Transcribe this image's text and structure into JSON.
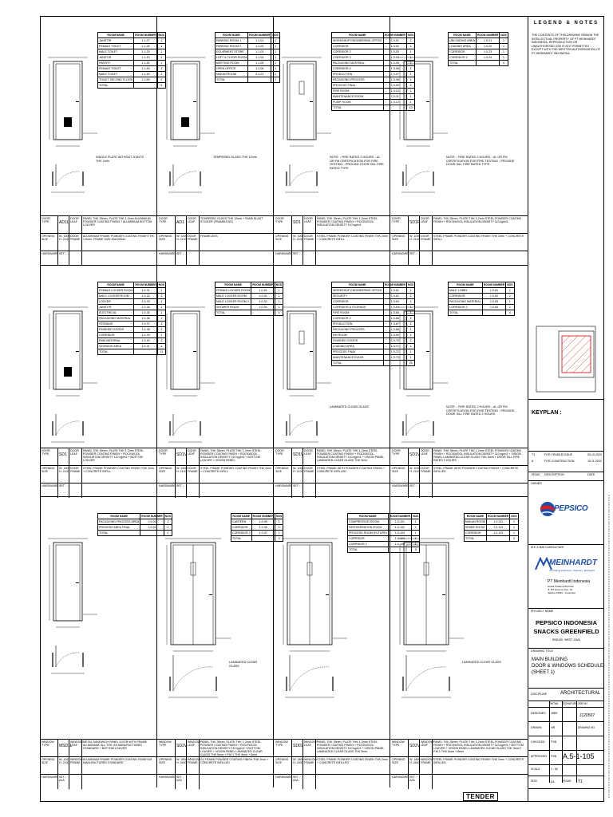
{
  "legend": {
    "title": "LEGEND & NOTES",
    "note": "THE CONTENTS OF THIS DRAWING REMAIN THE INTELLECTUAL PROPERTY OF PT MEINHARDT INDONESIA. REPRODUCTION OR UNAUTHORISED USE IS NOT PERMITTED EXCEPT WITH THE WRITTEN AUTHORISATION OF PT MEINHARDT INDONESIA."
  },
  "keyplan": {
    "label": "KEYPLAN :"
  },
  "revisions": {
    "rows": [
      {
        "rev": "T1",
        "desc": "FOR TENDER ISSUE",
        "date": "05.10.2020"
      },
      {
        "rev": "A",
        "desc": "FOR CONSTRUCTION",
        "date": "19.11.2020"
      }
    ],
    "headers": {
      "rev": "ISSUE",
      "desc": "DESCRIPTION",
      "date": "DATE"
    }
  },
  "owner": {
    "label": "OWNER",
    "brand": "PEPSICO"
  },
  "consultant": {
    "label": "M.E & BIM CONSULTANT",
    "brand": "MEINHARDT",
    "tagline": "Consulting Engineers, Planners, Managers",
    "company": "PT Meinhardt Indonesia",
    "address1": "Graha Pratama 8th Floor",
    "address2": "Jl. MT Haryono Kav. 15",
    "address3": "Jakarta 12810 - Indonesia"
  },
  "project": {
    "label": "PROJECT NAME",
    "name1": "PEPSICO INDONESIA",
    "name2": "SNACKS GREENFIELD",
    "location": "BEKASI, WEST JAVA"
  },
  "drawing_title": {
    "label": "DRAWING TITLE",
    "line1": "MAIN BUILDING",
    "line2": "DOOR & WINDOWS SCHEDULE",
    "line3": "(SHEET 1)"
  },
  "discipline": {
    "label": "DISCIPLINE",
    "value": "ARCHITECTURAL"
  },
  "signoff": {
    "initial_label": "INITIAL",
    "signature_label": "SIGNATURE",
    "job_label": "JOB NO.",
    "job_value": "J120507",
    "designed": "DESIGNED",
    "designed_init": "HBW",
    "drawn": "DRAWN",
    "drawn_init": "HR",
    "checked": "CHECKED",
    "checked_init": "FSB",
    "approved": "APPROVED",
    "approved_init": "FSB",
    "drawing_no_label": "DRAWING NO.",
    "drawing_no": "A.5-1-105",
    "scale_label": "SCALE",
    "scale_value": "1 : 50",
    "size_label": "SIZE",
    "size_value": "A1",
    "issue_label": "ISSUE",
    "issue_value": "T1"
  },
  "stamp": "TENDER",
  "panels": [
    {
      "code": "AD1L",
      "type_label": "DOOR TYPE",
      "cat": "DOOR LEAF",
      "desc": "PANEL THK 35mm, PLATE THK 1.2mm ALUMINIUM POWDER COATING FINISH + ALUMINIUM BOTTOM LOUVER",
      "opening": "OPENING SIZE",
      "size": "W: 1000 H: 2100",
      "frame": "DOOR FRAME",
      "frame_desc": "ALUMINIUM FRAME POWDER COATING FINISH THK 1.5mm, FRAME SIZE 45x100mm",
      "hardware": "HARDWARE",
      "hw": "SET : ..",
      "note": "SINGLE PLATE WITHOUT JOINTS THK 2mm",
      "rooms": [
        [
          "JANITOR",
          "1.1-27",
          "1"
        ],
        [
          "FEMALE TOILET",
          "1.1-28",
          "1"
        ],
        [
          "MALE TOILET",
          "1.1-29",
          "1"
        ],
        [
          "JANITOR",
          "1.1-43",
          "1"
        ],
        [
          "PANTRY",
          "1.1-44",
          "1"
        ],
        [
          "FEMALE TOILET",
          "1.1-45",
          "1"
        ],
        [
          "MALE TOILET",
          "1.1-46",
          "1"
        ],
        [
          "TOILET SECOND FLOOR",
          "1.1-59",
          "2"
        ],
        [
          "TOTAL",
          "",
          "9"
        ]
      ]
    },
    {
      "code": "AD1",
      "type_label": "DOOR TYPE",
      "cat": "DOOR LEAF",
      "desc": "TEMPERED GLASS THK 12mm + SAND BLAST STICKER (FRAMELESS)",
      "opening": "OPENING SIZE",
      "size": "W: 1000 H: 2100",
      "frame": "DOOR FRAME",
      "frame_desc": "FRAMELESS",
      "hardware": "HARDWARE",
      "hw": "SET : ..",
      "note": "TEMPERED GLASS THK 12mm",
      "rooms": [
        [
          "PARKING ROOM 1",
          "1.1-01",
          "1"
        ],
        [
          "PARKING ROOM 2",
          "1.1-02",
          "1"
        ],
        [
          "EQUIPMENT STORE",
          "1.1-03",
          "1"
        ],
        [
          "LOFT & FLOOR ROOM",
          "1.1-04",
          "1"
        ],
        [
          "MEETING ROOM",
          "1.1-05",
          "1"
        ],
        [
          "OPEN OFFICE",
          "1.1-06",
          "1"
        ],
        [
          "MAKAN ROOM",
          "2.1-01",
          "1"
        ],
        [
          "TOTAL",
          "",
          "7"
        ]
      ]
    },
    {
      "code": "SD1",
      "type_label": "DOOR TYPE",
      "cat": "DOOR LEAF",
      "desc": "PANEL THK 35mm, PLATE THK 1.2mm STEEL POWDER COATING FINISH + ROCKWOOL INSULATION DENSITY 110 kg/m3",
      "opening": "OPENING SIZE",
      "size": "W: 1000 H: 2100",
      "frame": "DOOR FRAME",
      "frame_desc": "STEEL FRAME POWDER COATING FINISH THK 2mm + CONCRETE INFILL",
      "hardware": "HARDWARE",
      "hw": "SET : ..",
      "note": "NOTE: - FIRE RATED 2 HOURS - UL OR FM CERTIFICATION FOR FIRE TESTING - PROVIDE DOOR SILL FIRE RATED TYPE",
      "rooms": [
        [
          "WORKSHOP ENGINEERING OFFICE",
          "1.0-01",
          "1"
        ],
        [
          "CORRIDOR",
          "1.0-02",
          "1"
        ],
        [
          "CORRIDOR 2",
          "1.0-03",
          "1"
        ],
        [
          "CORRIDOR 3",
          "1.0-04",
          "1"
        ],
        [
          "PACKAGING MATERIAL",
          "1.0-05",
          "1"
        ],
        [
          "CORRIDOR 4",
          "1.0-06",
          "1"
        ],
        [
          "PRODUCTION",
          "1.0-07",
          "1"
        ],
        [
          "PACKAGING PROCESS",
          "1.0-08",
          "1"
        ],
        [
          "PROCESS FINAL",
          "1.0-09",
          "1"
        ],
        [
          "FIRE ROOM",
          "1.0-10",
          "1"
        ],
        [
          "MAINTENANCE ROOM",
          "1.0-11",
          "1"
        ],
        [
          "PUMP ROOM",
          "1.0-12",
          "1"
        ],
        [
          "TOTAL",
          "",
          "12"
        ]
      ]
    },
    {
      "code": "SD1F",
      "type_label": "DOOR TYPE",
      "cat": "DOOR LEAF",
      "desc": "PANEL THK 35mm, PLATE THK 1.2mm STEEL POWDER COATING FINISH + ROCKWOOL INSULATION DENSITY 110 kg/m3",
      "opening": "OPENING SIZE",
      "size": "W: 1000 H: 2100",
      "frame": "DOOR FRAME",
      "frame_desc": "STEEL FRAME POWDER COATING FINISH THK 2mm + CONCRETE INFILL",
      "hardware": "HARDWARE",
      "hw": "SET : ..",
      "note": "NOTE: - FIRE RATED 2 HOURS - UL OR FM CERTIFICATION FOR FIRE TESTING - PROVIDE DOOR SILL FIRE RATED TYPE",
      "rooms": [
        [
          "UNLOADING AREA",
          "1.0-21",
          "1"
        ],
        [
          "LOADING AREA",
          "1.0-22",
          "1"
        ],
        [
          "CORRIDOR",
          "1.0-23",
          "1"
        ],
        [
          "CORRIDOR 2",
          "1.0-24",
          "1"
        ],
        [
          "TOTAL",
          "",
          "4"
        ]
      ]
    },
    {
      "code": "SD1",
      "type_label": "DOOR TYPE",
      "cat": "DOOR LEAF",
      "desc": "PANEL THK 35mm, PLATE THK 1.2mm STEEL POWDER COATING FINISH + ROCKWOOL INSULATION DENSITY 110 kg/m3 + BOTTOM LOUVER",
      "opening": "OPENING SIZE",
      "size": "W: 1000 H: 2100",
      "frame": "DOOR FRAME",
      "frame_desc": "STEEL FRAME POWDER COATING FINISH THK 2mm + CONCRETE INFILL",
      "hardware": "HARDWARE",
      "hw": "SET : ..",
      "note": "",
      "rooms": [
        [
          "FEMALE LOCKER ROOM",
          "1.0-31",
          "1"
        ],
        [
          "MALE LOCKER ROOM",
          "1.0-32",
          "1"
        ],
        [
          "LOCKER",
          "1.0-33",
          "1"
        ],
        [
          "JANITOR",
          "1.0-34",
          "1"
        ],
        [
          "ELECTRICAL",
          "1.0-35",
          "1"
        ],
        [
          "PACKAGING MATERIAL",
          "1.0-36",
          "1"
        ],
        [
          "STORAGE",
          "1.0-37",
          "1"
        ],
        [
          "FINISHED GOODS",
          "1.0-38",
          "1"
        ],
        [
          "CORRIDOR",
          "1.0-39",
          "1"
        ],
        [
          "RAW MATERIAL",
          "1.0-40",
          "1"
        ],
        [
          "STORAGE AREA",
          "1.0-41",
          "1"
        ],
        [
          "TOTAL",
          "",
          "11"
        ]
      ]
    },
    {
      "code": "SD1V",
      "type_label": "DOOR TYPE",
      "cat": "DOOR LEAF",
      "desc": "PANEL THK 35mm, PLATE THK 1.2mm STEEL POWDER COATING FINISH + ROCKWOOL INSULATION DENSITY 110 kg/m3 + BOTTOM LOUVER + VISION PANEL",
      "opening": "OPENING SIZE",
      "size": "W: 1000 H: 2100",
      "frame": "DOOR FRAME",
      "frame_desc": "STEEL FRAME POWDER COATING FINISH THK 2mm + CONCRETE INFILL",
      "hardware": "HARDWARE",
      "hw": "SET : ..",
      "note": "",
      "rooms": [
        [
          "FEMALE LOCKER ROOM",
          "1.0-51",
          "1"
        ],
        [
          "MALE LOCKER ROOM",
          "1.0-52",
          "1"
        ],
        [
          "MALE LOCKER ROOM 2",
          "1.0-53",
          "1"
        ],
        [
          "SHOWER ROOM",
          "1.0-54",
          "1"
        ],
        [
          "TOTAL",
          "",
          "4"
        ]
      ]
    },
    {
      "code": "SD1V",
      "type_label": "DOOR TYPE",
      "cat": "DOOR LEAF",
      "desc": "PANEL THK 35mm, PLATE THK 1.2mm STEEL POWDER COATING FINISH + ROCKWOOL INSULATION DENSITY 110 kg/m3 + VISION PANEL LAMINATED CLEAR GLASS THK 5mm",
      "opening": "OPENING SIZE",
      "size": "W: 1000 H: 2100",
      "frame": "DOOR FRAME",
      "frame_desc": "STEEL FRAME WITH POWDER COATING FINISH + CONCRETE INFILLED",
      "hardware": "HARDWARE",
      "hw": "SET : ..",
      "note": "LAMINATED CLEAR GLASS",
      "rooms": [
        [
          "WORKSHOP ENGINEERING OFFICE",
          "1.0-61",
          "1"
        ],
        [
          "SECURITY",
          "1.0-62",
          "1"
        ],
        [
          "CORRIDOR",
          "1.0-63",
          "1"
        ],
        [
          "CORRIDOR & STORAGE",
          "1.0-64",
          "1"
        ],
        [
          "FIRE ROOM",
          "1.0-65",
          "1"
        ],
        [
          "CORRIDOR 2",
          "1.0-66",
          "1"
        ],
        [
          "PRODUCTION",
          "1.0-67",
          "1"
        ],
        [
          "PACKAGING PROCESS",
          "1.0-68",
          "1"
        ],
        [
          "RM ROOM",
          "1.0-69",
          "1"
        ],
        [
          "FINISHED GOODS",
          "1.0-70",
          "1"
        ],
        [
          "LOADING AREA",
          "1.0-71",
          "1"
        ],
        [
          "PROCESS FINAL",
          "1.0-72",
          "1"
        ],
        [
          "MAINTENANCE ROOM",
          "1.0-73",
          "1"
        ],
        [
          "TOTAL",
          "",
          "25"
        ]
      ]
    },
    {
      "code": "SD1V",
      "type_label": "DOOR TYPE",
      "cat": "DOOR LEAF",
      "desc": "PANEL THK 35mm, PLATE THK 1.2mm STEEL POWDER COATING FINISH + ROCKWOOL INSULATION DENSITY 110 kg/m3 + VISION PANEL LAMINATED CLEAR GLASS THK 5mm + DOOR SILL FIRE RATED 2 HOURS",
      "opening": "OPENING SIZE",
      "size": "W: 1000 H: 2100",
      "frame": "DOOR FRAME",
      "frame_desc": "STEEL FRAME WITH POWDER COATING FINISH + CONCRETE INFILLED",
      "hardware": "HARDWARE",
      "hw": "SET : ..",
      "note": "NOTE: - FIRE RATED 2 HOURS - UL OR FM CERTIFICATION FOR FIRE TESTING - PROVIDE DOOR SILL FIRE RATED 2 HOURS",
      "rooms": [
        [
          "MALE LOBBY",
          "1.0-81",
          "1"
        ],
        [
          "CORRIDOR",
          "1.0-82",
          "1"
        ],
        [
          "PACKAGING MATERIAL",
          "1.0-83",
          "1"
        ],
        [
          "CORRIDOR 2",
          "1.0-84",
          "1"
        ],
        [
          "TOTAL",
          "",
          "4"
        ]
      ]
    },
    {
      "code": "MSD1L",
      "type_label": "WINDOW TYPE",
      "cat": "WINDOW LEAF",
      "desc": "METAL SANDWICH PANEL DOOR WITH FRAME ALUMINIUM, ALL THK, AS MANUFACTURED STANDARD + BOTTOM LOUVER",
      "opening": "OPENING SIZE",
      "size": "W: 1100 H: 2100",
      "frame": "WINDOW FRAME",
      "frame_desc": "ALUMINIUM FRAME POWDER COATING FINISH AS MANUFACTURED STANDARD",
      "hardware": "HARDWARE",
      "hw": "SET : A1A",
      "note": "",
      "rooms": [
        [
          "PACKAGING PROCESS AREA",
          "1.0-91",
          "1"
        ],
        [
          "PROCESS AREA FINAL",
          "1.0-92",
          "1"
        ],
        [
          "TOTAL",
          "",
          "2"
        ]
      ]
    },
    {
      "code": "SD2V",
      "type_label": "WINDOW TYPE",
      "cat": "WINDOW LEAF",
      "desc": "PANEL THK 35mm, PLATE THK 1.2mm STEEL POWDER COATING FINISH + ROCKWOOL INSULATION DENSITY 110 kg/m3 + BOTTOM LOUVER + VISION PANEL LAMINATED CLEAR GLASS THK 5mm + P.M 1 THK 5mm + 8mm",
      "opening": "OPENING SIZE",
      "size": "W: 1800 H: 2400",
      "frame": "WINDOW FRAME",
      "frame_desc": "GL FRAME POWDER COATING FINISH THK 2mm + CONCRETE INFILLED",
      "hardware": "HARDWARE",
      "hw": "SET : A2A",
      "note": "LAMINATED CLEAR GLASS",
      "rooms": [
        [
          "CANTEEN",
          "1.0-95",
          "1"
        ],
        [
          "CORRIDOR",
          "1.0-96",
          "1"
        ],
        [
          "CORRIDOR 2",
          "1.0-97",
          "1"
        ],
        [
          "TOTAL",
          "",
          "3"
        ]
      ]
    },
    {
      "code": "SDD2",
      "type_label": "WINDOW TYPE",
      "cat": "WINDOW LEAF",
      "desc": "PANEL THK 35mm, PLATE THK 1.2mm STEEL POWDER COATING FINISH + ROCKWOOL INSULATION DENSITY 110 kg/m3 + VISION PANEL LAMINATED CLEAR GLASS THK 5mm",
      "opening": "OPENING SIZE",
      "size": "W: 1800 H: 2400",
      "frame": "WINDOW FRAME",
      "frame_desc": "STEEL FRAME POWDER COATING FINISH THK 2mm + CONCRETE INFILLED",
      "hardware": "HARDWARE",
      "hw": "SET : A2A",
      "note": "",
      "rooms": [
        [
          "COMPRESSOR ROOM",
          "1.0-101",
          "1"
        ],
        [
          "REFRIGERATION ROOM",
          "1.0-102",
          "1"
        ],
        [
          "PROCESS ROOM (FUTURE)",
          "1.0-103",
          "1"
        ],
        [
          "CORRIDOR",
          "1.0-104",
          "1"
        ],
        [
          "CORRIDOR 2",
          "1.0-105",
          "1"
        ],
        [
          "TOTAL",
          "",
          "5"
        ]
      ]
    },
    {
      "code": "SD2V",
      "type_label": "WINDOW TYPE",
      "cat": "WINDOW LEAF",
      "desc": "PANEL THK 35mm, PLATE THK 1.2mm STEEL POWDER COATING FINISH + ROCKWOOL INSULATION DENSITY 110 kg/m3 + BOTTOM LOUVER + VISION PANEL LAMINATED CLEAR GLASS THK 5mm + P.M 1 THK 5mm + 8mm",
      "opening": "OPENING SIZE",
      "size": "W: 1800 H: 2400",
      "frame": "WINDOW FRAME",
      "frame_desc": "STEEL FRAME POWDER COATING FINISH THK 2mm + CONCRETE INFILLED",
      "hardware": "HARDWARE",
      "hw": "SET : A2A",
      "note": "LAMINATED CLEAR GLASS",
      "rooms": [
        [
          "MAKAN ROOM",
          "1.0-111",
          "1"
        ],
        [
          "SPARE ROOM",
          "1.0-112",
          "1"
        ],
        [
          "CORRIDOR",
          "1.0-113",
          "1"
        ],
        [
          "TOTAL",
          "",
          "3"
        ]
      ]
    }
  ]
}
